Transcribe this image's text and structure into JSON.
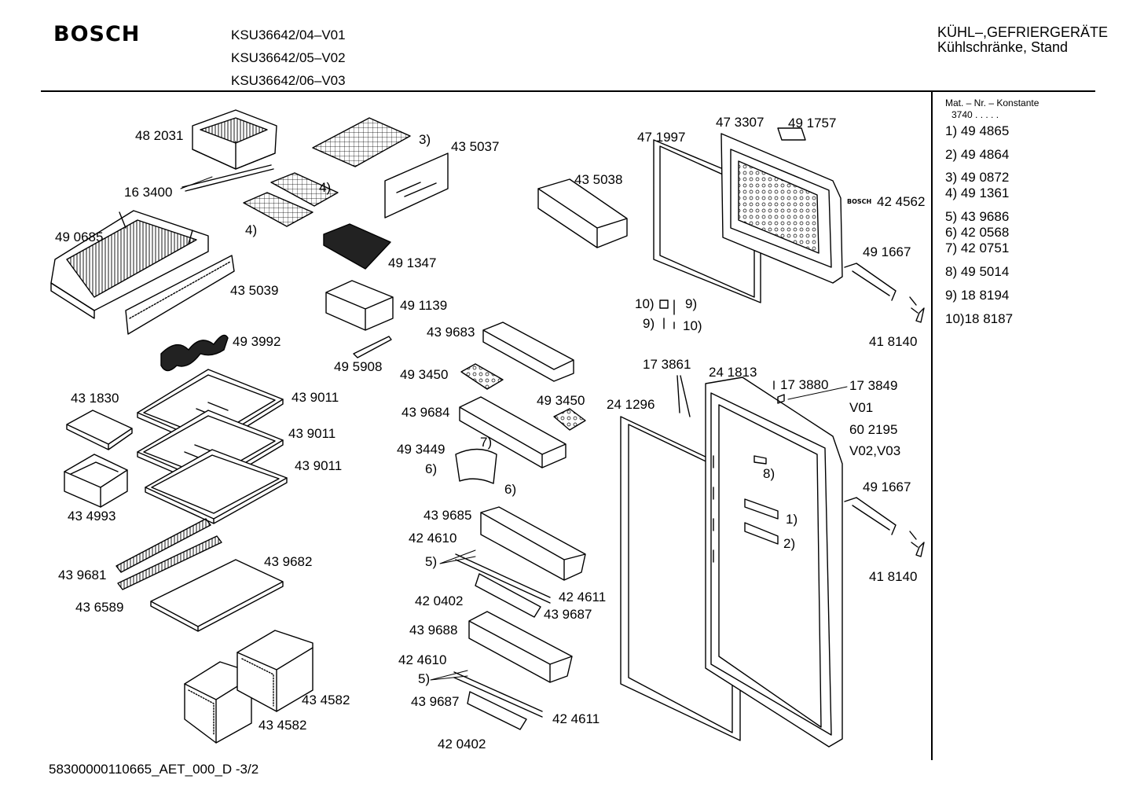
{
  "header": {
    "brand": "BOSCH",
    "models": [
      "KSU36642/04–V01",
      "KSU36642/05–V02",
      "KSU36642/06–V03"
    ],
    "category_line1": "KÜHL–,GEFRIERGERÄTE",
    "category_line2": "Kühlschränke, Stand"
  },
  "legend": {
    "title": "Mat. – Nr. – Konstante",
    "constant": "3740 . . . . .",
    "items": [
      "1) 49 4865",
      "2) 49 4864",
      "3) 49 0872",
      "4) 49 1361",
      "5) 43 9686",
      "6) 42 0568",
      "7) 42 0751",
      "8) 49 5014",
      "9) 18 8194",
      "10)18 8187"
    ]
  },
  "footer": {
    "document_id": "58300000110665_AET_000_D  -3/2"
  },
  "door_logo": "BOSCH",
  "callouts": {
    "p482031": "48 2031",
    "p163400": "16 3400",
    "p490685": "49 0685",
    "p435039": "43 5039",
    "p493992": "49 3992",
    "p431830": "43 1830",
    "p434993": "43 4993",
    "p439011a": "43 9011",
    "p439011b": "43 9011",
    "p439011c": "43 9011",
    "p439681": "43 9681",
    "p439682": "43 9682",
    "p436589": "43 6589",
    "p434582a": "43 4582",
    "p434582b": "43 4582",
    "n3": "3)",
    "p435037": "43 5037",
    "n4a": "4)",
    "n4b": "4)",
    "p491347": "49 1347",
    "p491139": "49 1139",
    "p495908": "49 5908",
    "p435038": "43 5038",
    "p439683": "43 9683",
    "p493450a": "49 3450",
    "p493450b": "49 3450",
    "p439684": "43 9684",
    "n7": "7)",
    "p493449": "49 3449",
    "n6a": "6)",
    "n6b": "6)",
    "p439685": "43 9685",
    "p424610a": "42 4610",
    "n5a": "5)",
    "p420402a": "42 0402",
    "p424611a": "42 4611",
    "p439687a": "43 9687",
    "p439688": "43 9688",
    "p424610b": "42 4610",
    "n5b": "5)",
    "p439687b": "43 9687",
    "p424611b": "42 4611",
    "p420402b": "42 0402",
    "p471997": "47 1997",
    "p473307": "47 3307",
    "p491757": "49 1757",
    "p424562": "42 4562",
    "p491667a": "49 1667",
    "n10a": "10)",
    "n9a": "9)",
    "n9b": "9)",
    "n10b": "10)",
    "p418140a": "41 8140",
    "p173861": "17 3861",
    "p241813": "24 1813",
    "p173880": "17 3880",
    "p173849": "17 3849",
    "v01": "V01",
    "p602195": "60 2195",
    "v02v03": "V02,V03",
    "p241296": "24 1296",
    "n8": "8)",
    "n1": "1)",
    "n2": "2)",
    "p491667b": "49 1667",
    "p418140b": "41 8140"
  }
}
